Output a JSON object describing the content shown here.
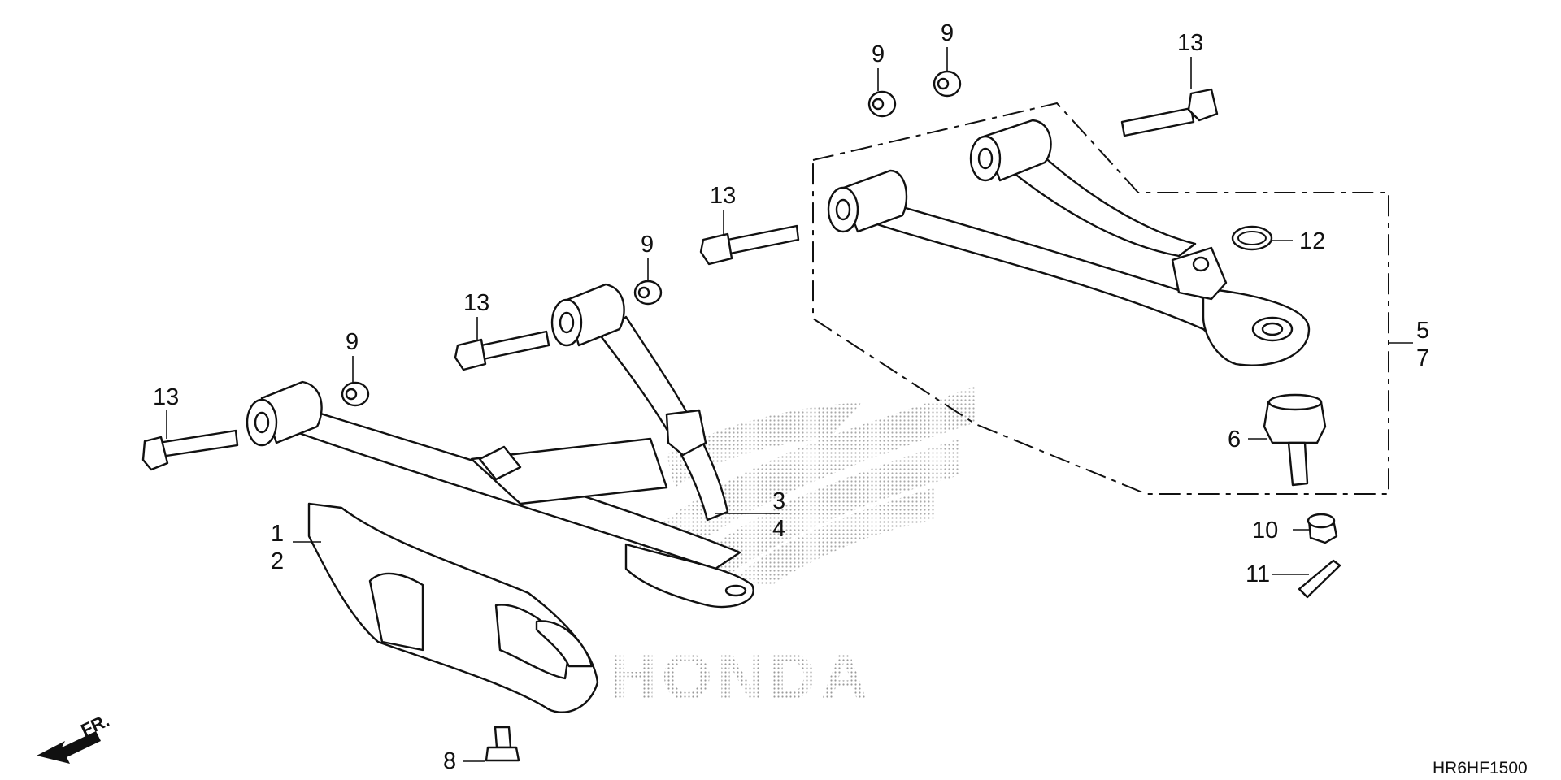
{
  "labels": {
    "l1": "1",
    "l2": "2",
    "l3": "3",
    "l4": "4",
    "l5": "5",
    "l6": "6",
    "l7": "7",
    "l8": "8",
    "l9": "9",
    "l10": "10",
    "l11": "11",
    "l12": "12",
    "l13": "13"
  },
  "direction_label": "FR.",
  "diagram_code": "HR6HF1500",
  "watermark_text": "HONDA",
  "colors": {
    "line": "#111111",
    "watermark": "#9a9a9a",
    "background": "#ffffff"
  },
  "icons": {
    "direction": "front-direction-arrow-icon",
    "logo": "honda-wing-logo-icon"
  }
}
